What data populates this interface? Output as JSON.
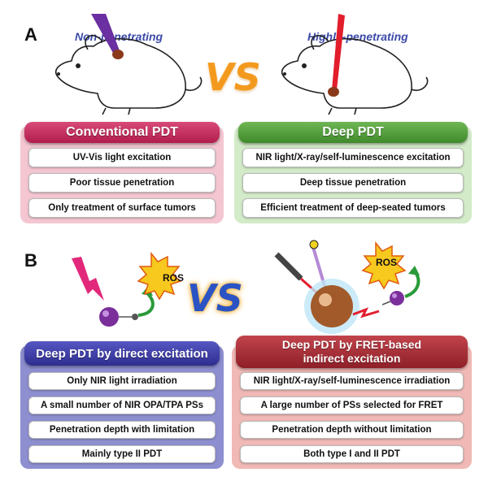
{
  "panel_a": {
    "letter": "A",
    "left_caption": "Non-penetrating",
    "right_caption": "Highly-penetrating",
    "vs": "VS",
    "left_box": {
      "title": "Conventional PDT",
      "items": [
        "UV-Vis light excitation",
        "Poor tissue penetration",
        "Only treatment of surface tumors"
      ]
    },
    "right_box": {
      "title": "Deep PDT",
      "items": [
        "NIR light/X-ray/self-luminescence excitation",
        "Deep tissue penetration",
        "Efficient treatment of deep-seated tumors"
      ]
    }
  },
  "panel_b": {
    "letter": "B",
    "vs": "VS",
    "ros_left": "ROS",
    "ros_right": "ROS",
    "left_box": {
      "title": "Deep PDT by direct excitation",
      "items": [
        "Only NIR light irradiation",
        "A small number of NIR OPA/TPA PSs",
        "Penetration depth with limitation",
        "Mainly type II PDT"
      ]
    },
    "right_box": {
      "title_line1": "Deep PDT by FRET-based",
      "title_line2": "indirect excitation",
      "items": [
        "NIR light/X-ray/self-luminescence irradiation",
        "A large number of PSs selected for FRET",
        "Penetration depth without limitation",
        "Both type I and II PDT"
      ]
    }
  },
  "colors": {
    "conventional_header": "#c2285a",
    "conventional_bg": "#f4c6d2",
    "deep_header": "#4f9a3a",
    "deep_bg": "#d3ebc8",
    "direct_header": "#3f3fa8",
    "direct_bg": "#8d8fd0",
    "fret_header": "#a52a35",
    "fret_bg": "#f0b9b5",
    "vs_orange": "#f39a1e",
    "vs_blue": "#2b53c4",
    "caption_blue": "#3b4aa8"
  }
}
